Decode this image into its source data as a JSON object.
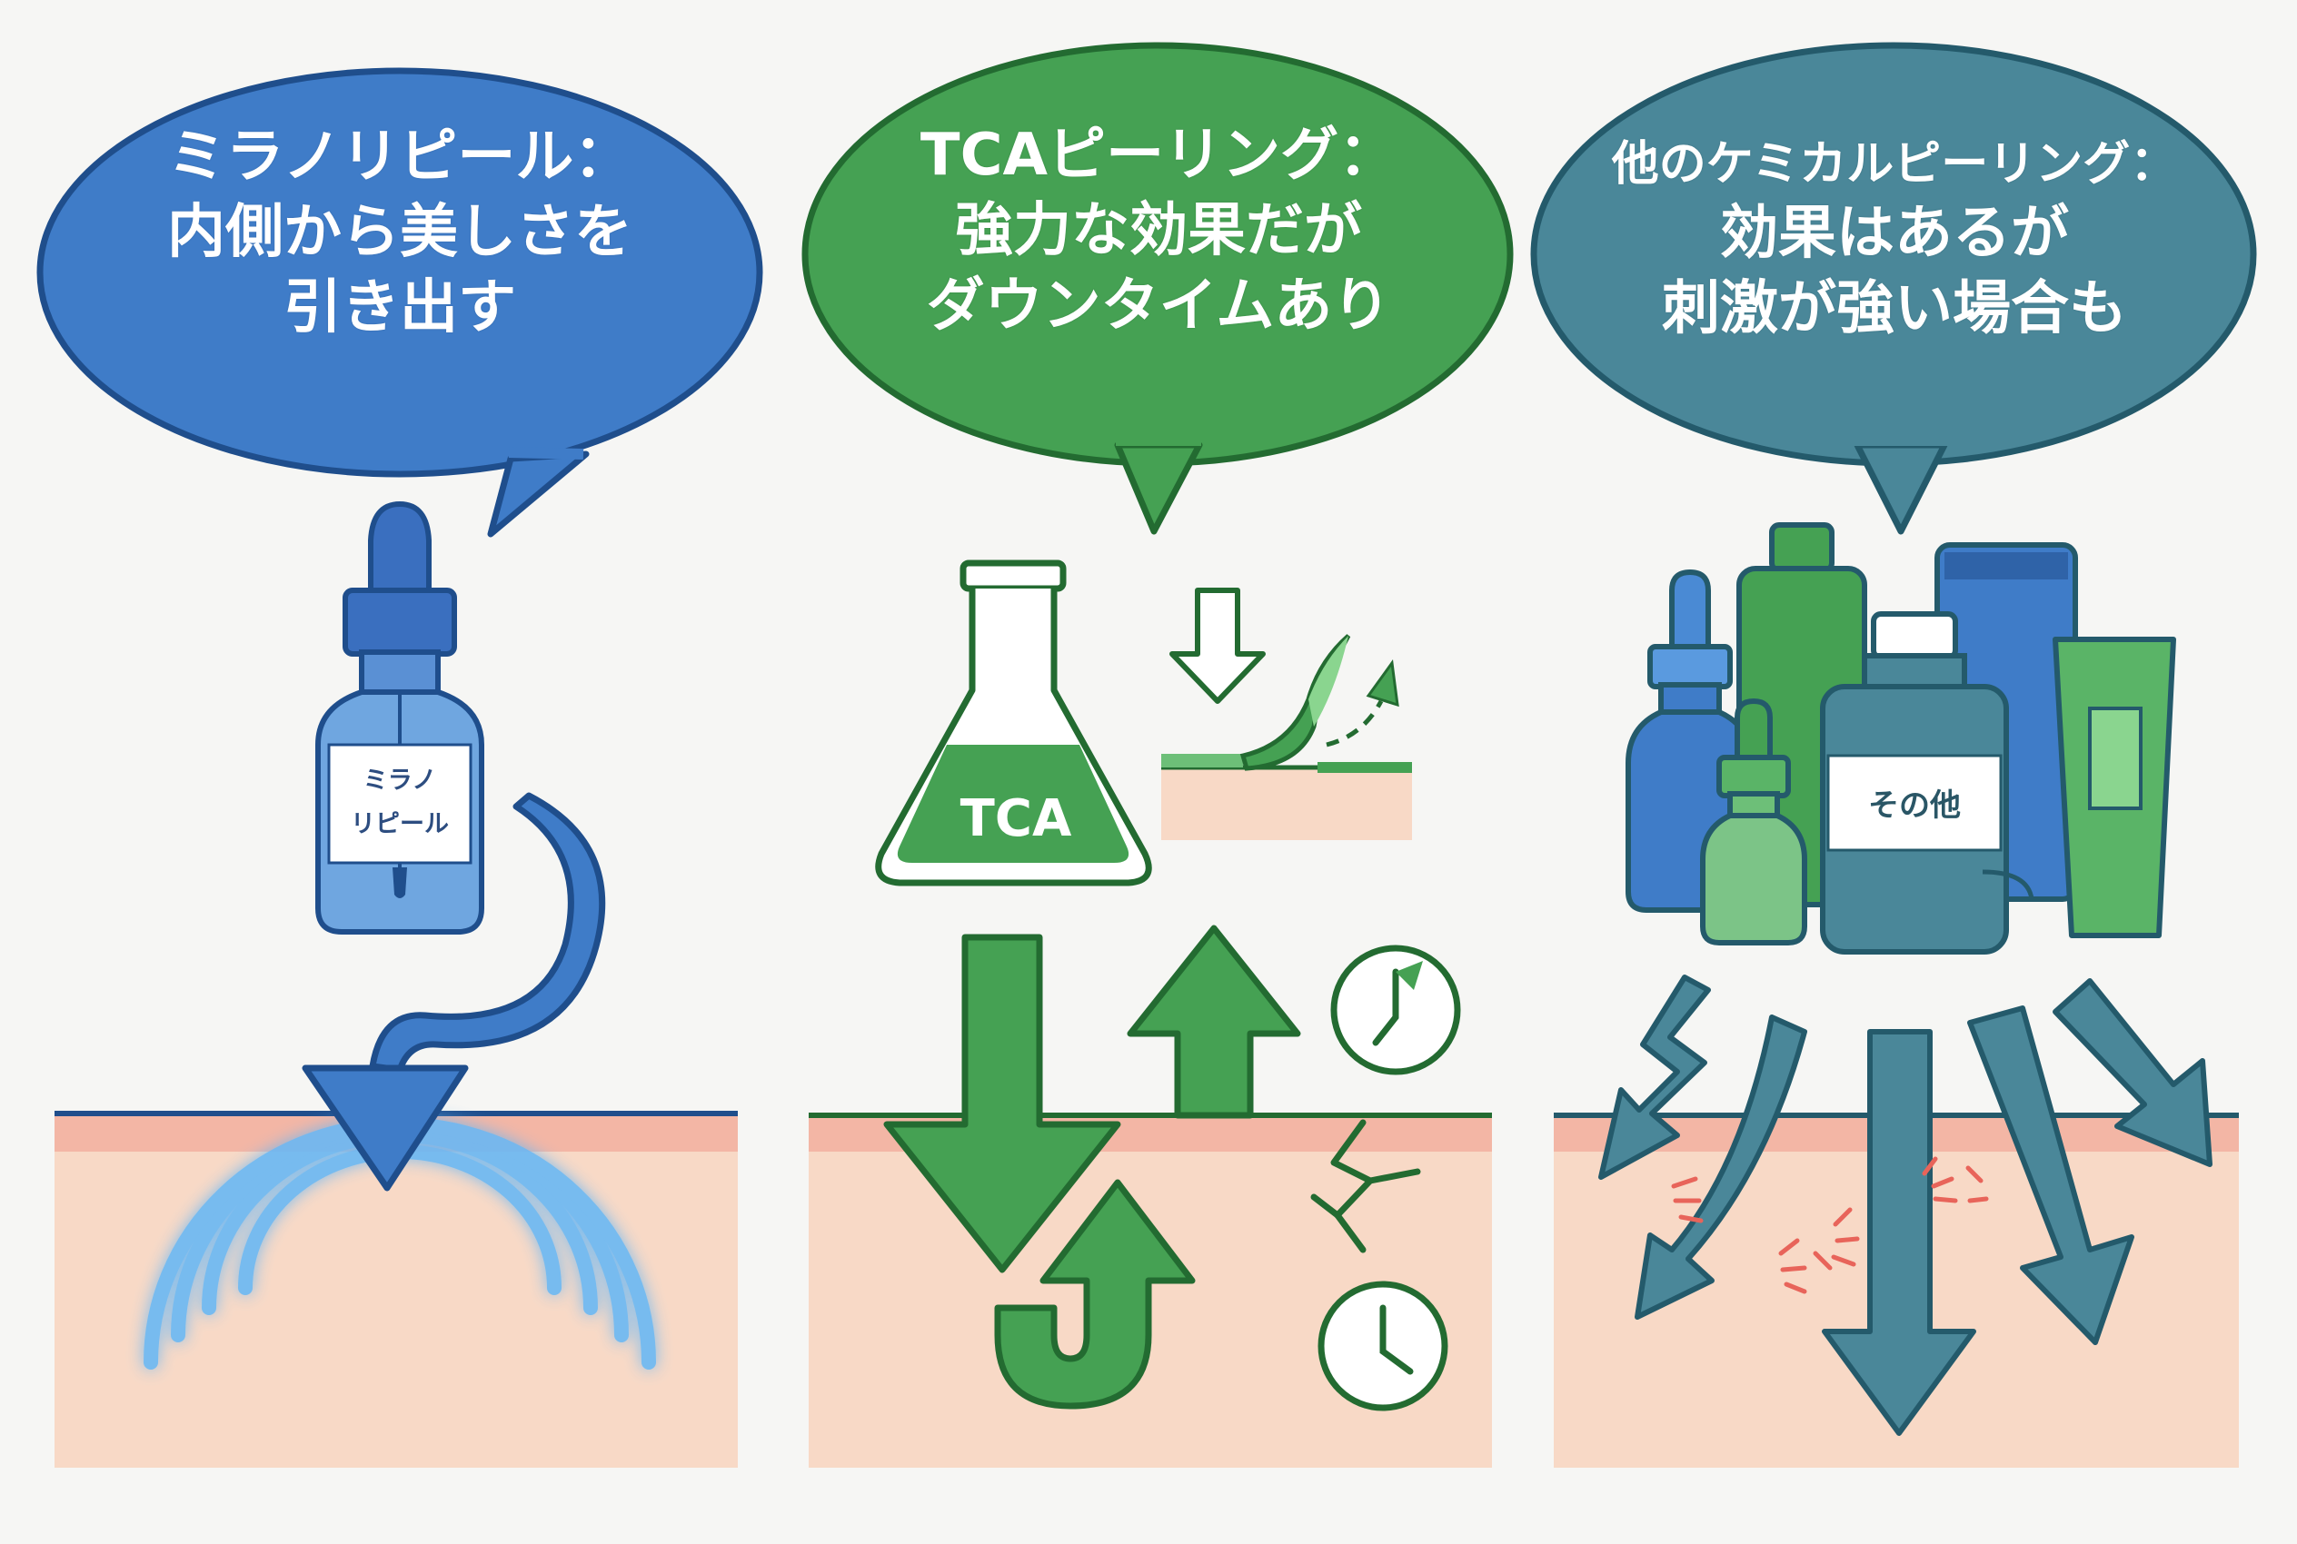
{
  "colors": {
    "blue": "#3f7cc8",
    "blue_dark": "#1f4e8c",
    "green": "#45a153",
    "green_dark": "#236b31",
    "teal": "#4a8799",
    "teal_dark": "#245a6b",
    "skin": "#f8d9c6",
    "skin_top": "#f1a99a",
    "background": "#f6f6f4"
  },
  "panels": [
    {
      "id": "miranorepeel",
      "bubble_lines": [
        "ミラノリピール：",
        "内側から美しさを",
        "引き出す"
      ],
      "product_label_lines": [
        "ミラノ",
        "リピール"
      ],
      "icons": [
        "dropper-bottle-icon",
        "curved-arrow-icon",
        "glow-waves-icon"
      ]
    },
    {
      "id": "tca",
      "bubble_lines": [
        "TCAピーリング：",
        "強力な効果だが",
        "ダウンタイムあり"
      ],
      "flask_label": "TCA",
      "icons": [
        "flask-icon",
        "peeling-skin-icon",
        "down-arrow-icon",
        "up-arrow-icon",
        "u-turn-arrow-icon",
        "crack-icon",
        "clock-icon"
      ]
    },
    {
      "id": "other",
      "bubble_lines": [
        "他のケミカルピーリング：",
        "効果はあるが",
        "刺激が強い場合も"
      ],
      "product_label": "その他",
      "icons": [
        "bottles-group-icon",
        "zigzag-arrow-icon",
        "irritation-marks-icon"
      ]
    }
  ]
}
